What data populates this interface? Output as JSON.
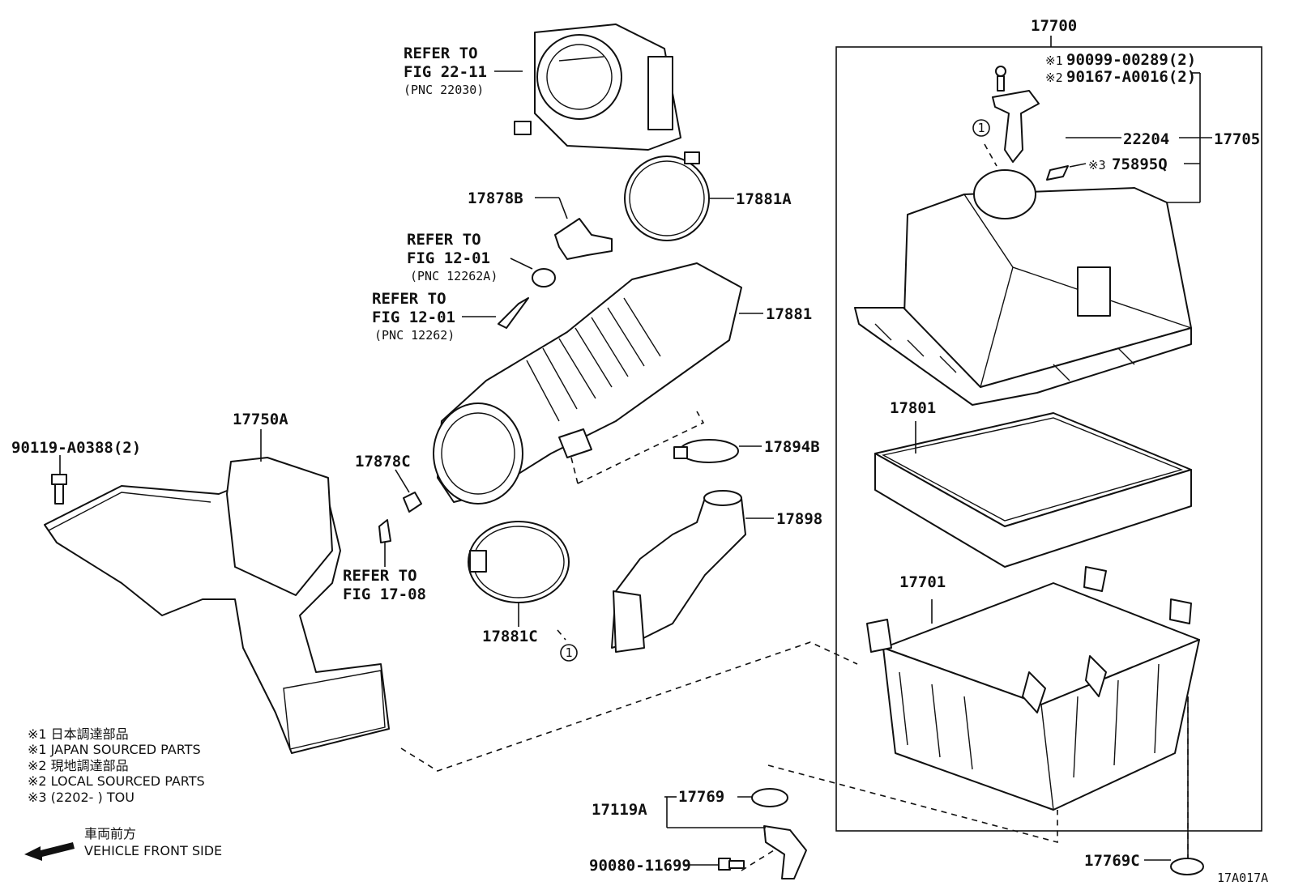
{
  "labels": {
    "p17700": "17700",
    "p17705": "17705",
    "p22204": "22204",
    "p75895q": "75895Q",
    "p90099": "90099-00289(2)",
    "p90167": "90167-A0016(2)",
    "p17801": "17801",
    "p17701": "17701",
    "p17881": "17881",
    "p17881a": "17881A",
    "p17878b": "17878B",
    "p17894b": "17894B",
    "p17898": "17898",
    "p17881c": "17881C",
    "p17878c": "17878C",
    "p17750a": "17750A",
    "p90119": "90119-A0388(2)",
    "p17769": "17769",
    "p17119a": "17119A",
    "p90080": "90080-11699",
    "p17769c": "17769C",
    "fig_id": "17A017A"
  },
  "marks": {
    "m1": "※1",
    "m2": "※2",
    "m3": "※3",
    "circle1": "1"
  },
  "refs": {
    "r1_line1": "REFER TO",
    "r1_line2": "FIG 22-11",
    "r1_line3": "(PNC 22030)",
    "r2_line1": "REFER TO",
    "r2_line2": "FIG 12-01",
    "r2_line3": "(PNC 12262A)",
    "r3_line1": "REFER TO",
    "r3_line2": "FIG 12-01",
    "r3_line3": "(PNC 12262)",
    "r4_line1": "REFER TO",
    "r4_line2": "FIG 17-08"
  },
  "legend": {
    "l1": "※1 日本調達部品",
    "l2": "※1 JAPAN SOURCED PARTS",
    "l3": "※2 現地調達部品",
    "l4": "※2 LOCAL SOURCED PARTS",
    "l5": "※3 (2202-       ) TOU",
    "front_jp": "車両前方",
    "front_en": "VEHICLE FRONT SIDE"
  }
}
